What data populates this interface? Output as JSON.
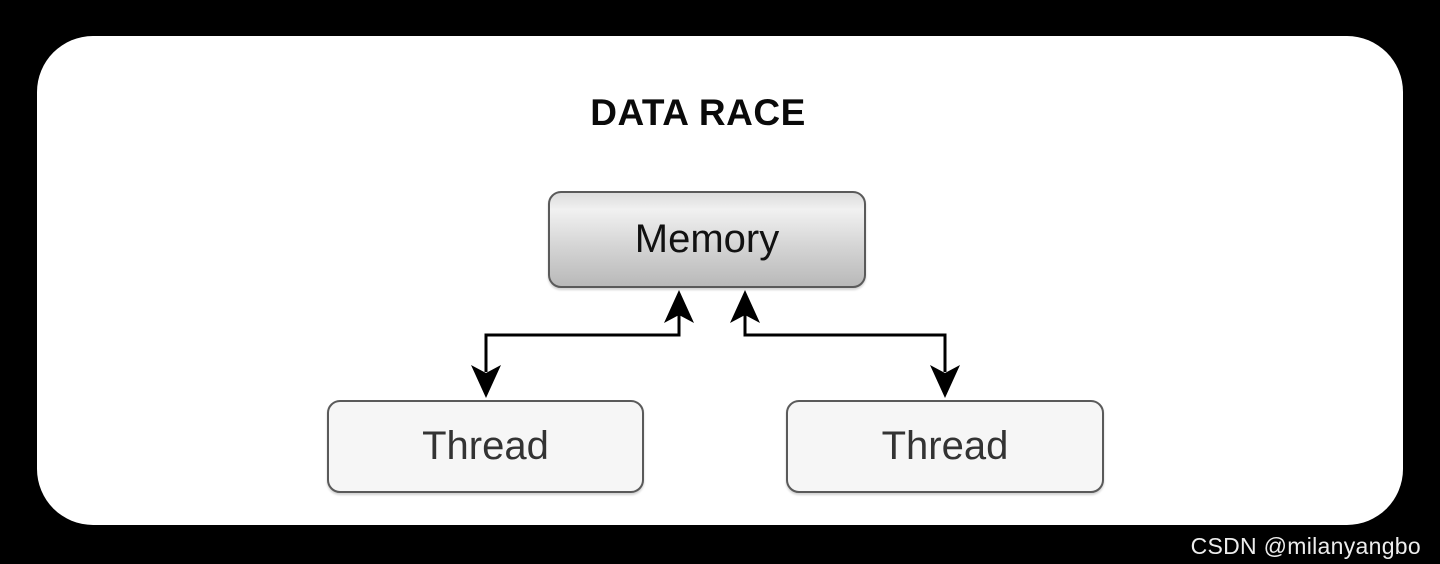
{
  "title": "DATA RACE",
  "watermark": "CSDN @milanyangbo",
  "diagram": {
    "nodes": [
      {
        "id": "memory",
        "label": "Memory"
      },
      {
        "id": "thread-left",
        "label": "Thread"
      },
      {
        "id": "thread-right",
        "label": "Thread"
      }
    ],
    "edges": [
      {
        "from": "thread-left",
        "to": "memory",
        "bidirectional": true,
        "style": "elbow"
      },
      {
        "from": "thread-right",
        "to": "memory",
        "bidirectional": true,
        "style": "elbow"
      }
    ]
  },
  "colors": {
    "background": "#000000",
    "panel": "#ffffff",
    "arrow": "#000000",
    "node_border": "#5a5a5a",
    "memory_fill_top": "#f1f1f1",
    "memory_fill_bottom": "#b9b9b9",
    "thread_fill": "#f6f6f6",
    "title_text": "#0a0a0a",
    "watermark_text": "#ededed"
  }
}
